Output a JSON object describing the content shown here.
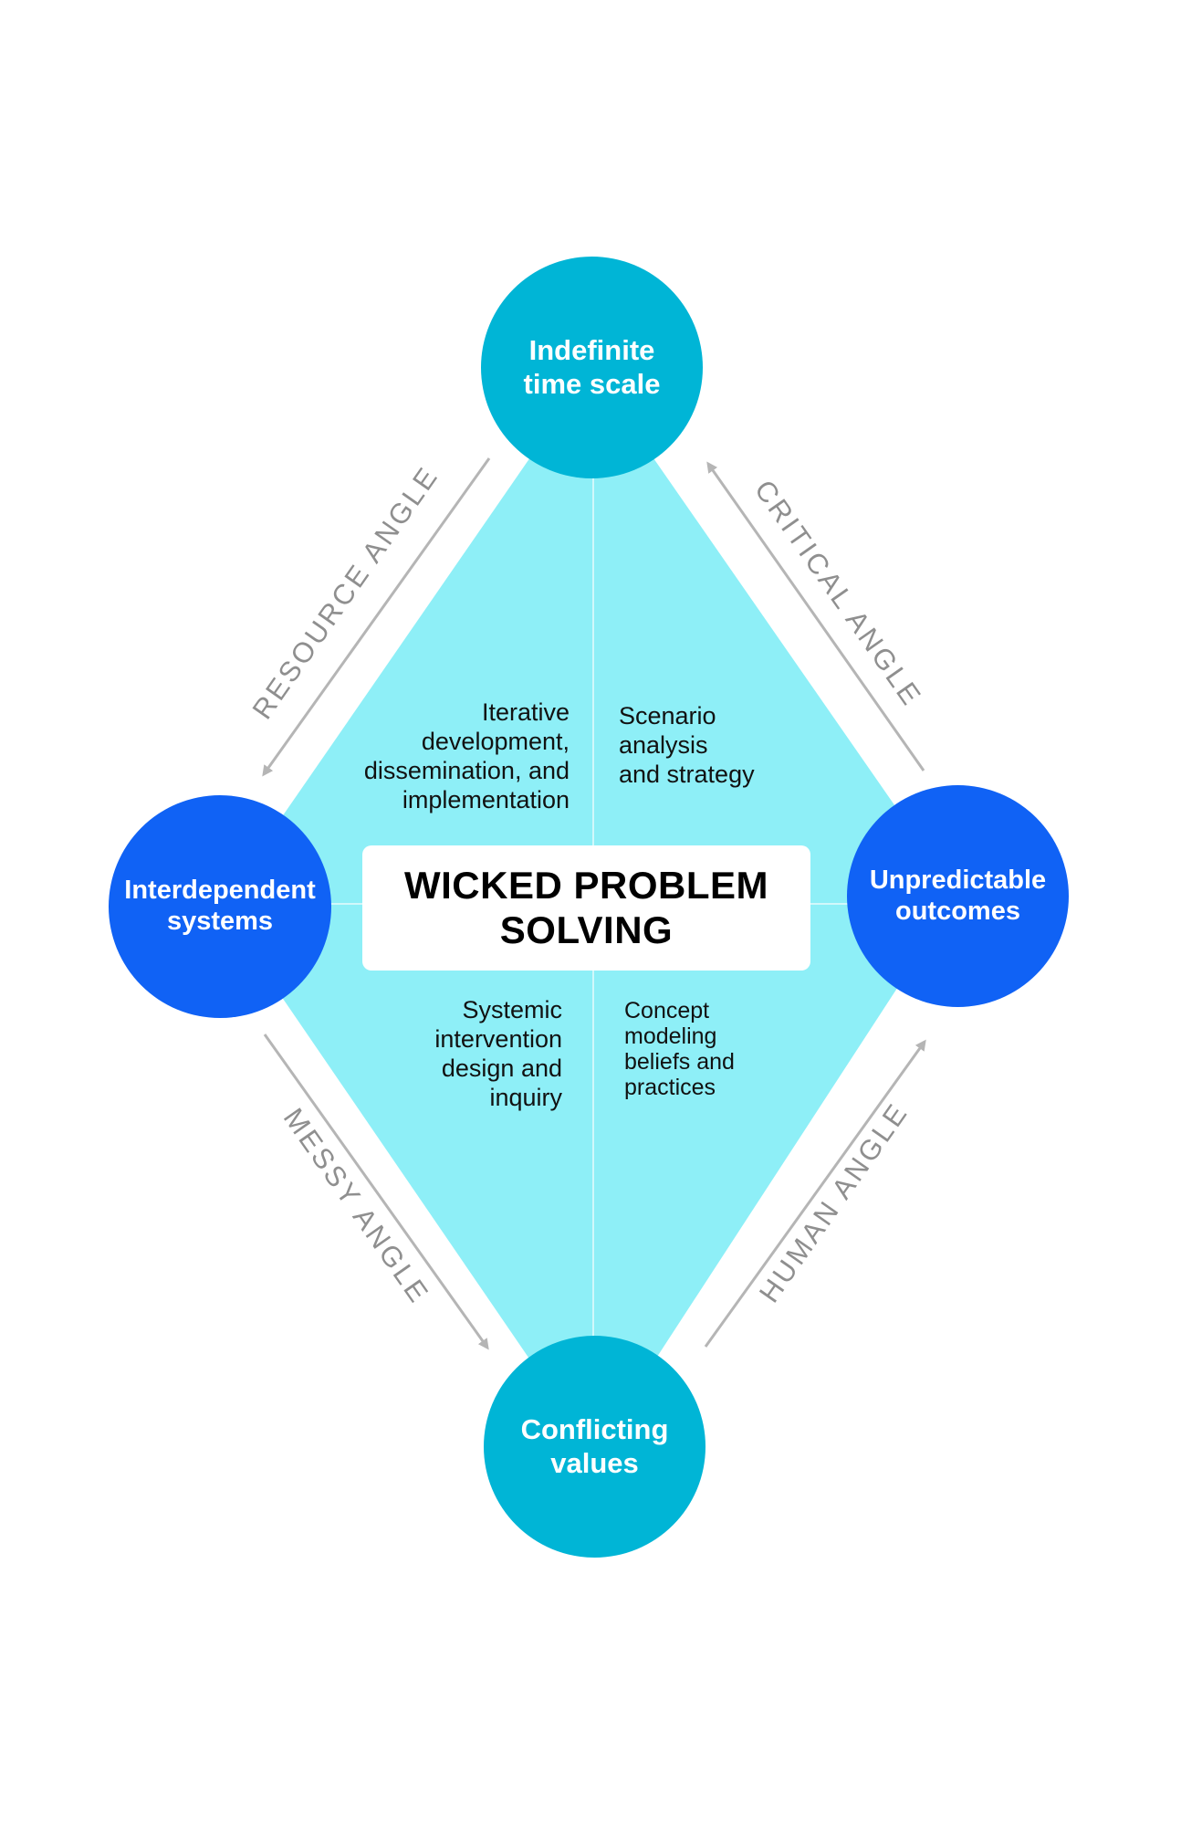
{
  "nodes": {
    "top": "Indefinite\ntime scale",
    "right": "Unpredictable\noutcomes",
    "bottom": "Conflicting\nvalues",
    "left": "Interdependent\nsystems"
  },
  "center_title": "WICKED PROBLEM\nSOLVING",
  "quadrants": {
    "top_left": "Iterative\ndevelopment,\ndissemination, and\nimplementation",
    "top_right": "Scenario\nanalysis\nand strategy",
    "bottom_left": "Systemic\nintervention\ndesign and\ninquiry",
    "bottom_right": "Concept\nmodeling\nbeliefs and\npractices"
  },
  "angles": {
    "resource": "RESOURCE ANGLE",
    "critical": "CRITICAL ANGLE",
    "messy": "MESSY ANGLE",
    "human": "HUMAN ANGLE"
  },
  "colors": {
    "diamond_fill": "#8eeff7",
    "node_cyan": "#00b5d6",
    "node_blue": "#1062f5",
    "arrow_gray": "#b5b5b5",
    "label_gray": "#8f8f8f"
  }
}
